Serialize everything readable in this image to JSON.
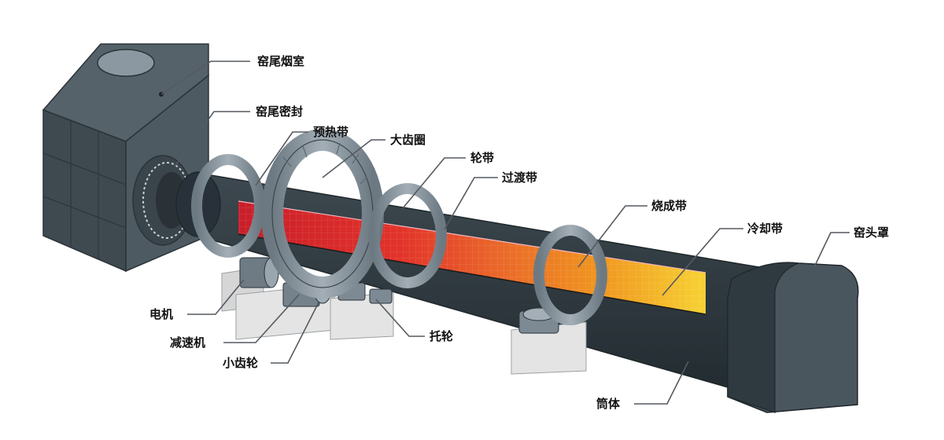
{
  "labels": {
    "kiln_tail_smoke_chamber": "窑尾烟室",
    "kiln_tail_seal": "窑尾密封",
    "preheating_zone": "预热带",
    "large_gear_ring": "大齿圈",
    "tire": "轮带",
    "transition_zone": "过渡带",
    "firing_zone": "烧成带",
    "cooling_zone": "冷却带",
    "kiln_hood": "窑头罩",
    "motor": "电机",
    "reducer": "减速机",
    "pinion": "小齿轮",
    "support_roller": "托轮",
    "shell": "筒体"
  },
  "colors": {
    "housing": "#4b575f",
    "housing_dark": "#3a444b",
    "shell": "#2f3a40",
    "ring": "#7d8a94",
    "pier": "#e4e4e4",
    "preheat": "#d9262e",
    "transition": "#e8562a",
    "firing": "#ef8a1f",
    "cooling": "#f2c22c",
    "leader": "#555a60"
  }
}
